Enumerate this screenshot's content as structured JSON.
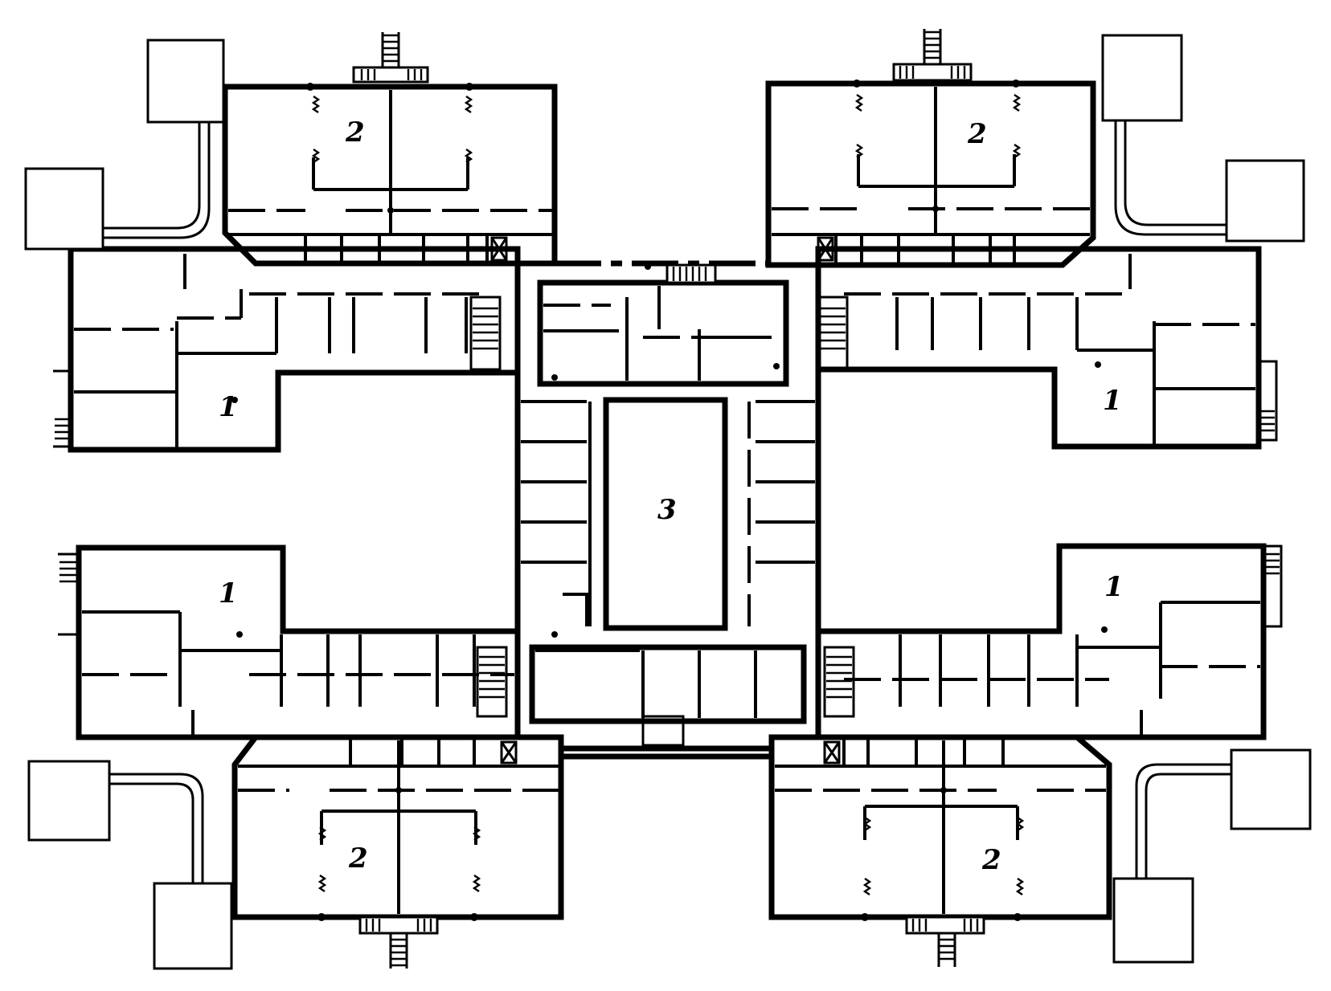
{
  "labels": {
    "wing_north_west": "2",
    "wing_north_east": "2",
    "wing_south_west": "2",
    "wing_south_east": "2",
    "wing_upper_left": "1",
    "wing_upper_right": "1",
    "wing_lower_left": "1",
    "wing_lower_right": "1",
    "central_hall": "3"
  },
  "colors": {
    "ink": "#000000",
    "paper": "#ffffff"
  }
}
